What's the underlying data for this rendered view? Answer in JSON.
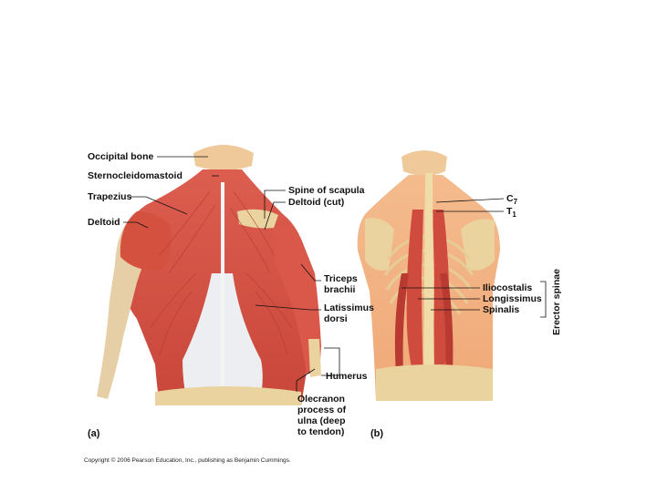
{
  "labels_a": {
    "occipital_bone": "Occipital bone",
    "sternocleidomastoid": "Sternocleidomastoid",
    "trapezius": "Trapezius",
    "deltoid": "Deltoid",
    "spine_of_scapula": "Spine of scapula",
    "deltoid_cut": "Deltoid (cut)",
    "triceps_1": "Triceps",
    "triceps_2": "brachii",
    "latissimus_1": "Latissimus",
    "latissimus_2": "dorsi",
    "humerus": "Humerus",
    "olecranon_1": "Olecranon",
    "olecranon_2": "process of",
    "olecranon_3": "ulna (deep",
    "olecranon_4": "to tendon)"
  },
  "labels_b": {
    "c7": "C",
    "c7_sub": "7",
    "t1": "T",
    "t1_sub": "1",
    "iliocostalis": "Iliocostalis",
    "longissimus": "Longissimus",
    "spinalis": "Spinalis",
    "erector_spinae": "Erector spinae"
  },
  "panels": {
    "a": "(a)",
    "b": "(b)"
  },
  "copyright": "Copyright © 2006 Pearson Education, Inc., publishing as Benjamin Cummings.",
  "colors": {
    "muscle": "#d9584a",
    "muscle_dark": "#b8352c",
    "skin": "#f2b283",
    "bone": "#e9cf9c",
    "fascia": "#eef0f3"
  }
}
